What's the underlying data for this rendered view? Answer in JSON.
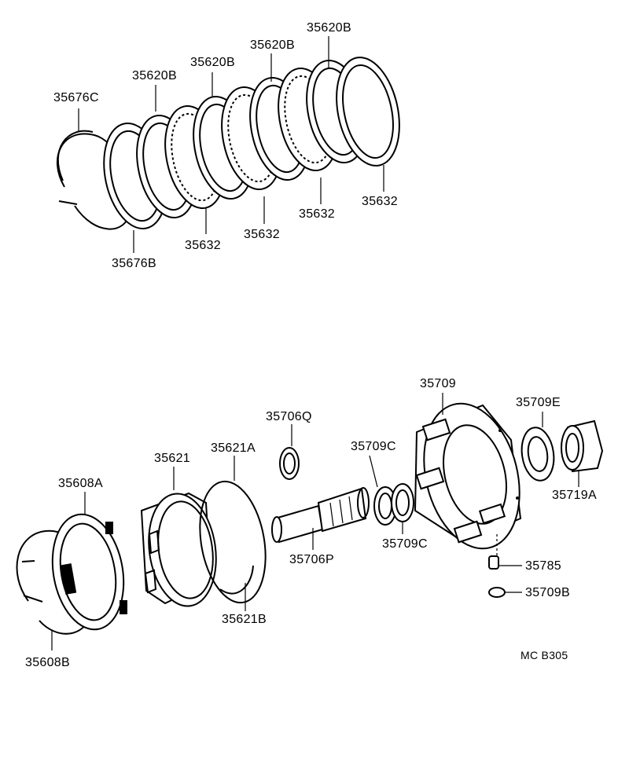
{
  "labels": {
    "p35676C": "35676C",
    "p35676B": "35676B",
    "p35620B_1": "35620B",
    "p35620B_2": "35620B",
    "p35620B_3": "35620B",
    "p35620B_4": "35620B",
    "p35632_1": "35632",
    "p35632_2": "35632",
    "p35632_3": "35632",
    "p35632_4": "35632",
    "p35608A": "35608A",
    "p35608B": "35608B",
    "p35621": "35621",
    "p35621A": "35621A",
    "p35621B": "35621B",
    "p35706Q": "35706Q",
    "p35706P": "35706P",
    "p35709": "35709",
    "p35709C_1": "35709C",
    "p35709C_2": "35709C",
    "p35709E": "35709E",
    "p35719A": "35719A",
    "p35785": "35785",
    "p35709B": "35709B"
  },
  "diagram_code": "MC B305"
}
